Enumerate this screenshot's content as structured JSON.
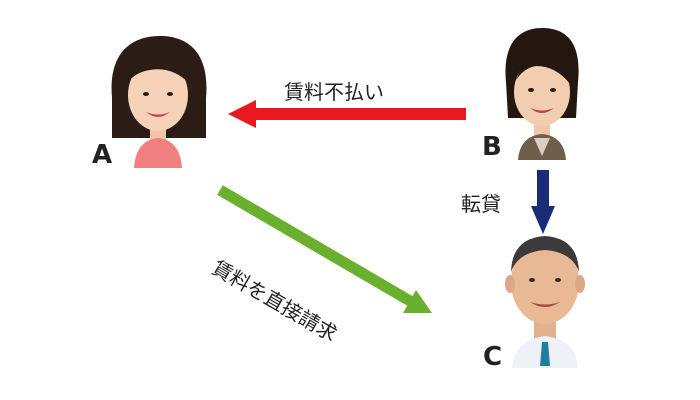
{
  "people": {
    "a": {
      "label": "A",
      "shirt_color": "#f08080"
    },
    "b": {
      "label": "B",
      "shirt_color": "#6e5f4a"
    },
    "c": {
      "label": "C",
      "shirt_color": "#eef2f8",
      "tie_color": "#1e7fa0"
    }
  },
  "edges": {
    "unpaid_rent": {
      "label": "賃料不払い",
      "color": "#e8191e"
    },
    "sublease": {
      "label": "転貸",
      "color": "#1a2b78"
    },
    "direct_claim": {
      "label": "賃料を直接請求",
      "color": "#6aaf2e"
    }
  }
}
